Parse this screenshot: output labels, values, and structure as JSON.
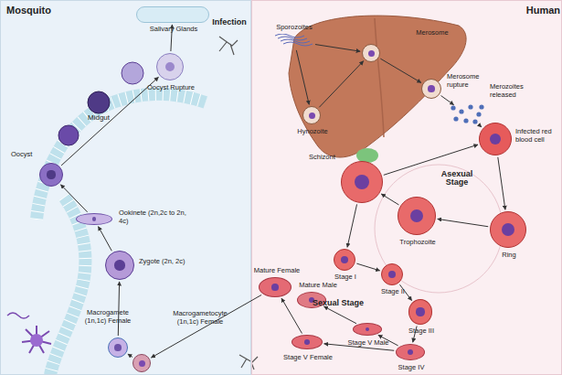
{
  "diagram": {
    "nodes": [
      {
        "text": [
          "Mosquito"
        ]
      },
      {
        "text": [
          "Human"
        ]
      },
      {
        "text": [
          "Salivary Glands"
        ],
        "in": 0
      },
      {
        "text": [
          "Oocyst Rupture"
        ],
        "in": 0
      },
      {
        "text": [
          "Oocyst"
        ],
        "in": 0
      },
      {
        "text": [
          "Ookinete (2n,2c to 2n, 4c)"
        ],
        "in": 0
      },
      {
        "text": [
          "Zygote (2n, 2c)"
        ],
        "in": 0
      },
      {
        "text": [
          "Macrogamete (1n,1c) Female"
        ],
        "in": 0
      },
      {
        "text": [
          "Macrogametocyte (1n,1c) Female"
        ],
        "in": 0
      },
      {
        "text": [
          "Sporozoites"
        ],
        "in": 1
      },
      {
        "text": [
          "Merosome"
        ],
        "in": 1
      },
      {
        "text": [
          "Hynozoite"
        ],
        "in": 1
      },
      {
        "text": [
          "Merosome rupture"
        ],
        "in": 1
      },
      {
        "text": [
          "Merozoites released"
        ],
        "in": 1
      },
      {
        "text": [
          "Infected red blood cell"
        ],
        "in": 1
      },
      {
        "text": [
          "Schizont"
        ],
        "in": 1
      },
      {
        "text": [
          "Ring"
        ],
        "in": 1
      },
      {
        "text": [
          "Trophozoite"
        ],
        "in": 1
      },
      {
        "text": [
          "Mature Female"
        ],
        "in": 1
      },
      {
        "text": [
          "Mature Male"
        ],
        "in": 1
      },
      {
        "text": [
          "Stage I"
        ],
        "in": 1
      },
      {
        "text": [
          "Stage II"
        ],
        "in": 1
      },
      {
        "text": [
          "Stage III"
        ],
        "in": 1
      },
      {
        "text": [
          "Stage IV"
        ],
        "in": 1
      },
      {
        "text": [
          "Stage V Male"
        ],
        "in": 1
      },
      {
        "text": [
          "Stage V Female"
        ],
        "in": 1
      }
    ],
    "edges": [
      {
        "from": 4,
        "to": 3,
        "arrow": "to"
      },
      {
        "from": 3,
        "to": 2,
        "arrow": "to"
      },
      {
        "from": 5,
        "to": 4,
        "arrow": "to"
      },
      {
        "from": 6,
        "to": 5,
        "arrow": "to"
      },
      {
        "from": 7,
        "to": 6,
        "arrow": "to"
      },
      {
        "from": 8,
        "to": 7,
        "arrow": "to"
      },
      {
        "from": 9,
        "to": 10,
        "arrow": "to"
      },
      {
        "from": 9,
        "to": 11,
        "arrow": "to"
      },
      {
        "from": 11,
        "to": 10,
        "arrow": "to"
      },
      {
        "from": 10,
        "to": 12,
        "arrow": "to"
      },
      {
        "from": 12,
        "to": 13,
        "arrow": "to"
      },
      {
        "from": 13,
        "to": 14,
        "arrow": "to"
      },
      {
        "from": 14,
        "to": 16,
        "arrow": "to"
      },
      {
        "from": 16,
        "to": 17,
        "arrow": "to"
      },
      {
        "from": 17,
        "to": 15,
        "arrow": "to"
      },
      {
        "from": 15,
        "to": 14,
        "arrow": "to"
      },
      {
        "from": 15,
        "to": 20,
        "arrow": "to"
      },
      {
        "from": 20,
        "to": 21,
        "arrow": "to"
      },
      {
        "from": 21,
        "to": 22,
        "arrow": "to"
      },
      {
        "from": 22,
        "to": 23,
        "arrow": "to"
      },
      {
        "from": 23,
        "to": 24,
        "arrow": "to"
      },
      {
        "from": 23,
        "to": 25,
        "arrow": "to"
      },
      {
        "from": 24,
        "to": 19,
        "arrow": "to"
      },
      {
        "from": 25,
        "to": 18,
        "arrow": "to"
      },
      {
        "from": 18,
        "to": 8,
        "arrow": "to"
      }
    ],
    "labels": [
      "Infection",
      "Midgut",
      "Asexual Stage",
      "Sexual Stage"
    ]
  }
}
